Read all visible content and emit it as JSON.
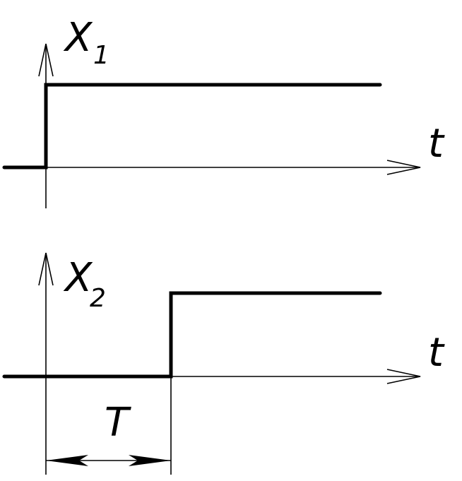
{
  "diagram": {
    "top_plot": {
      "signal_label": "X",
      "signal_subscript": "1",
      "axis_label": "t"
    },
    "bottom_plot": {
      "signal_label": "X",
      "signal_subscript": "2",
      "axis_label": "t",
      "delay_label": "T"
    },
    "colors": {
      "stroke": "#000000",
      "background": "#ffffff"
    }
  }
}
